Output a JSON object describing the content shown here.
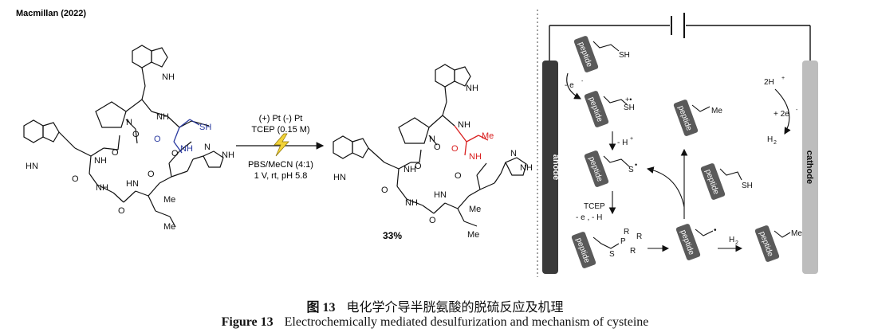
{
  "header": {
    "title": "Macmillan (2022)"
  },
  "reaction": {
    "conditions_top": [
      "(+) Pt (-) Pt",
      "TCEP (0.15 M)"
    ],
    "conditions_bottom": [
      "PBS/MeCN (4:1)",
      "1 V, rt, pH 5.8"
    ],
    "yield": "33%"
  },
  "structure_labels": {
    "nh": "NH",
    "hn": "HN",
    "o": "O",
    "n": "N",
    "sh": "SH",
    "me": "Me"
  },
  "mechanism": {
    "electrodes": {
      "anode": "anode",
      "cathode": "cathode"
    },
    "peptide_label": "peptide",
    "labels": {
      "sh": "SH",
      "radical_cation_sh": "SH",
      "e_minus": "- e",
      "h_plus": "- H",
      "s_radical": "S",
      "tcep": "TCEP",
      "tcep_sub": "- e , - H",
      "s": "S",
      "p": "P",
      "r": "R",
      "h2": "H",
      "me": "Me",
      "two_h_plus": "2H",
      "plus_two_e": "+ 2e",
      "h2_product": "H"
    }
  },
  "caption": {
    "cn_label": "图 13",
    "cn_text": "电化学介导半胱氨酸的脱硫反应及机理",
    "en_label": "Figure 13",
    "en_text": "Electrochemically mediated desulfurization and mechanism of cysteine"
  },
  "colors": {
    "blue": "#2a3aa0",
    "red": "#d92020",
    "bar_dark": "#3a3a3a",
    "bar_light": "#bdbdbd",
    "badge": "#5a5a5a",
    "bolt": "#f2d33a"
  }
}
